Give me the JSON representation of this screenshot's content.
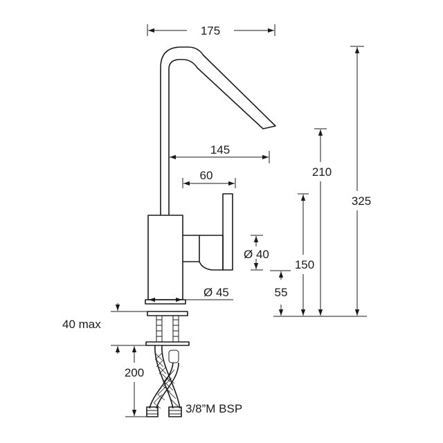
{
  "dimensions": {
    "overall_reach": "175",
    "spout_reach": "145",
    "lever_reach": "60",
    "lever_diameter": "Ø 40",
    "body_diameter": "Ø 45",
    "overall_height": "325",
    "spout_height": "210",
    "lever_height": "150",
    "lever_axis_height": "55",
    "deck_thickness": "40 max",
    "hose_length": "200"
  },
  "connection": "3/8”M BSP"
}
